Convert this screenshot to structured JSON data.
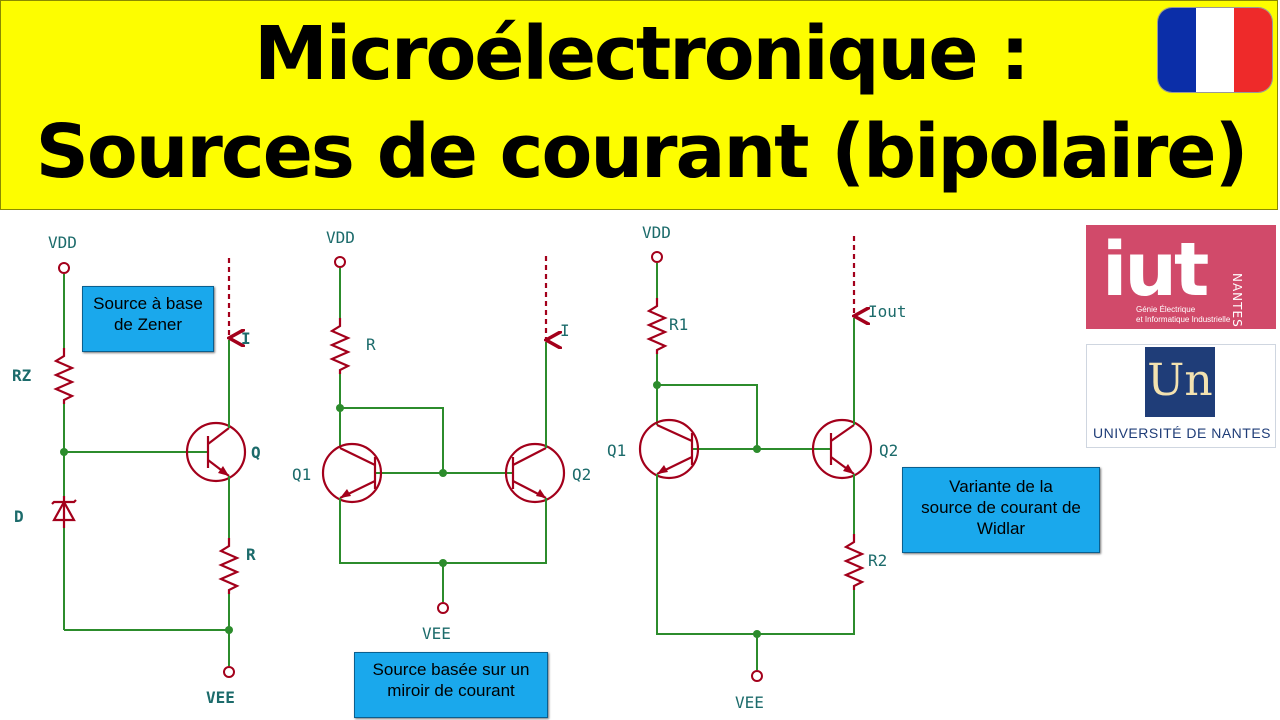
{
  "title": {
    "line1": "Microélectronique :",
    "line2": "Sources de courant (bipolaire)"
  },
  "flag": {
    "colors": [
      "#0b2ea8",
      "#ffffff",
      "#ee2a2a"
    ]
  },
  "notes": {
    "zener": [
      "Source à base",
      "de Zener"
    ],
    "miroir": [
      "Source basée sur un",
      "miroir de courant"
    ],
    "widlar": [
      "Variante de la",
      "source de courant de",
      "Widlar"
    ]
  },
  "circuit_zener": {
    "vdd": "VDD",
    "vee": "VEE",
    "rz": "RZ",
    "d": "D",
    "q": "Q",
    "r": "R",
    "i": "I"
  },
  "circuit_miroir": {
    "vdd": "VDD",
    "vee": "VEE",
    "r": "R",
    "q1": "Q1",
    "q2": "Q2",
    "i": "I"
  },
  "circuit_widlar": {
    "vdd": "VDD",
    "vee": "VEE",
    "r1": "R1",
    "r2": "R2",
    "q1": "Q1",
    "q2": "Q2",
    "iout": "Iout"
  },
  "logos": {
    "iut": {
      "mark": "iut",
      "city": "NANTES",
      "subtitle": [
        "Génie Électrique",
        "et Informatique Industrielle"
      ]
    },
    "universite": {
      "mark": "Un",
      "name": "UNIVERSITÉ DE NANTES"
    }
  },
  "colors": {
    "banner": "#fdfd00",
    "wire": "#2c8c2c",
    "component": "#a3001b",
    "label": "#1c6b6b",
    "note": "#1aa8ec"
  }
}
